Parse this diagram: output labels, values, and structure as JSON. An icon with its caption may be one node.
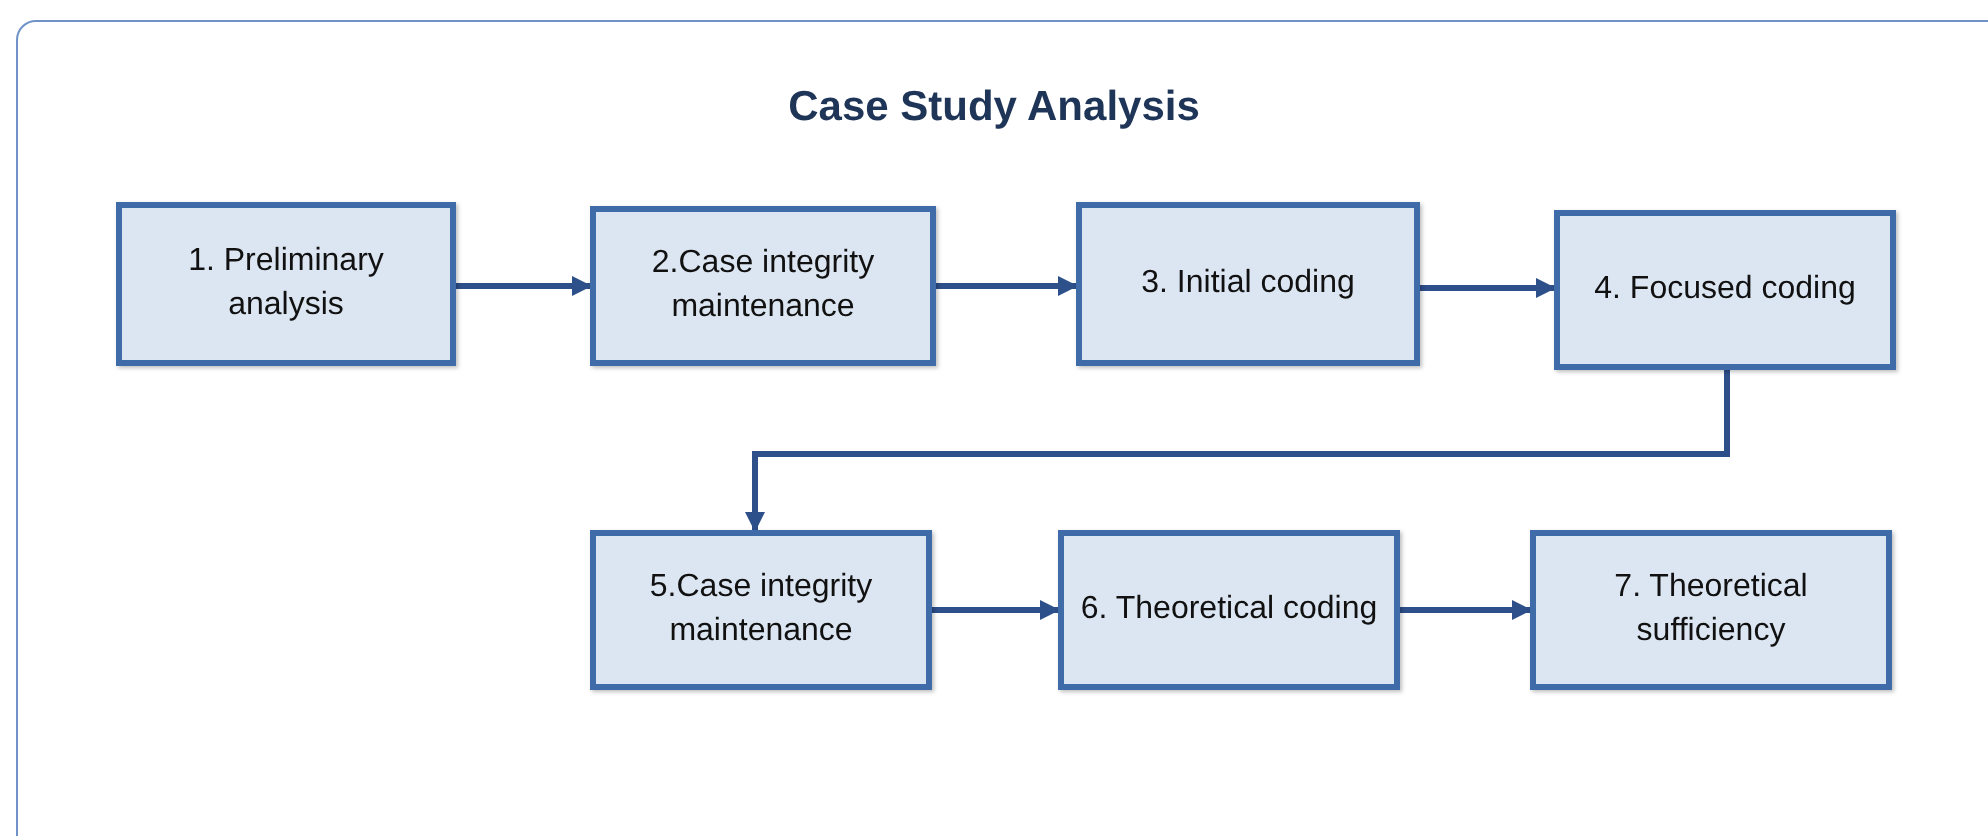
{
  "diagram": {
    "title": "Case Study Analysis",
    "nodes": [
      {
        "text": [
          "1. Preliminary analysis"
        ]
      },
      {
        "text": [
          "2.Case integrity maintenance"
        ]
      },
      {
        "text": [
          "3. Initial coding"
        ]
      },
      {
        "text": [
          "4. Focused coding"
        ]
      },
      {
        "text": [
          "5.Case integrity maintenance"
        ]
      },
      {
        "text": [
          "6. Theoretical coding"
        ]
      },
      {
        "text": [
          "7. Theoretical sufficiency"
        ]
      }
    ],
    "edges": [
      {
        "from": 0,
        "to": 1,
        "arrow": "to"
      },
      {
        "from": 1,
        "to": 2,
        "arrow": "to"
      },
      {
        "from": 2,
        "to": 3,
        "arrow": "to"
      },
      {
        "from": 3,
        "to": 4,
        "arrow": "to"
      },
      {
        "from": 4,
        "to": 5,
        "arrow": "to"
      },
      {
        "from": 5,
        "to": 6,
        "arrow": "to"
      }
    ]
  }
}
